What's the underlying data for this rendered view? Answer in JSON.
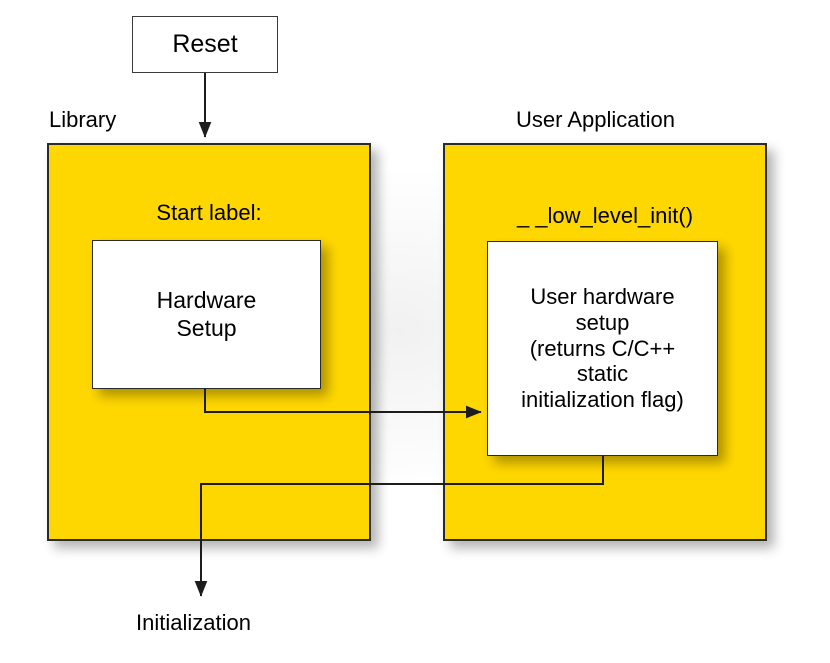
{
  "diagram": {
    "title_alt": "Startup flow: Library and User Application",
    "background_color": "#ffffff",
    "panel_color": "#FFD700",
    "box_fill": "#ffffff",
    "line_color": "#2b2b2b"
  },
  "entry": {
    "reset_label": "Reset"
  },
  "groups": {
    "library": {
      "caption": "Library",
      "inner_label": "Start label:",
      "process": {
        "line1": "Hardware",
        "line2": "Setup"
      }
    },
    "user_application": {
      "caption": "User Application",
      "inner_label": "_ _low_level_init()",
      "process": {
        "line1": "User hardware",
        "line2": "setup",
        "line3": "(returns  C/C++",
        "line4": "static",
        "line5": "initialization flag)"
      }
    }
  },
  "exit": {
    "terminal_label": "Initialization"
  },
  "connectors": [
    {
      "name": "reset-to-library",
      "from": "Reset",
      "to": "Library panel"
    },
    {
      "name": "hardware-setup-to-low-level-init",
      "from": "Hardware Setup",
      "to": "User hardware setup"
    },
    {
      "name": "low-level-init-return",
      "from": "User hardware setup",
      "to": "Initialization"
    }
  ]
}
